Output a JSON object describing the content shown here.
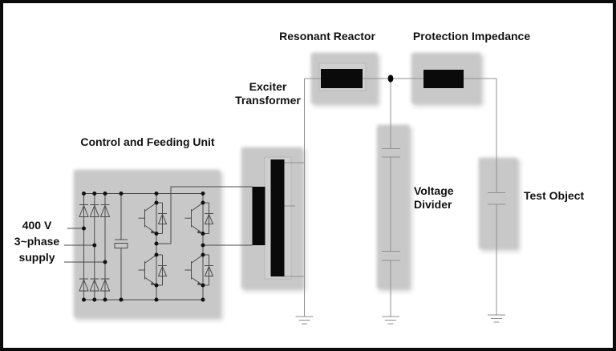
{
  "labels": {
    "resonant_reactor": "Resonant Reactor",
    "protection_impedance": "Protection Impedance",
    "exciter_transformer": [
      "Exciter",
      "Transformer"
    ],
    "control_unit": "Control and Feeding Unit",
    "supply": [
      "400 V",
      "3~phase",
      "supply"
    ],
    "voltage_divider": [
      "Voltage",
      "Divider"
    ],
    "test_object": "Test Object"
  },
  "colors": {
    "background": "#ffffff",
    "frame_border": "#0a0a0a",
    "module_box_fill": "#c8c8c8",
    "module_inner_fill": "#cfcfcf",
    "component_fill": "#0a0a0a",
    "circuit_line": "#4a4a4a",
    "hv_line": "#8f8f8f"
  }
}
